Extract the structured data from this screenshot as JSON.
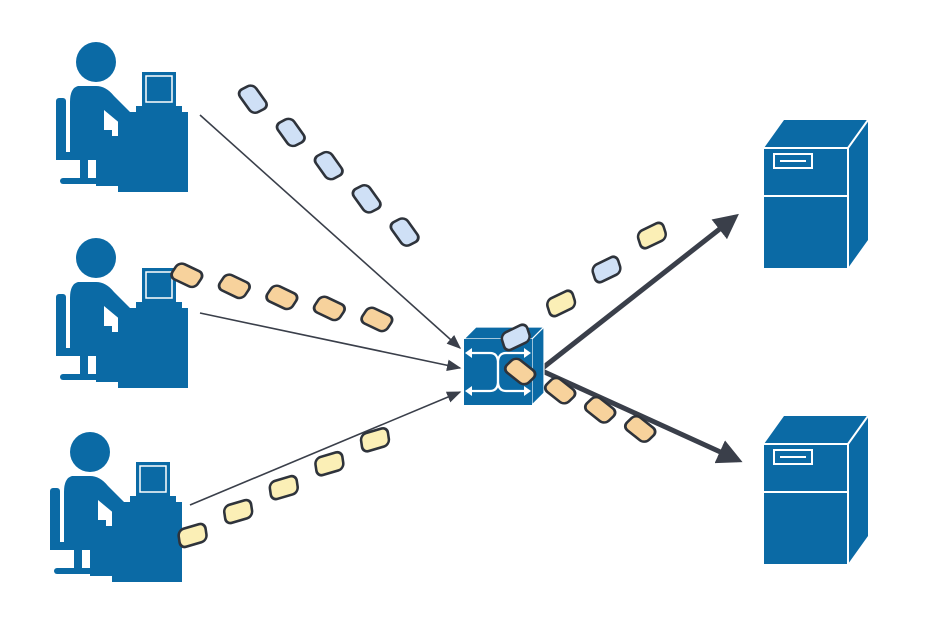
{
  "diagram": {
    "description_free": true,
    "colors": {
      "device_blue": "#0b6aa5",
      "line_dark": "#3a3f4a",
      "packet_stroke": "#2e333b",
      "packet_blue": "#cfe0f6",
      "packet_orange": "#f7d29c",
      "packet_yellow": "#fbefb6",
      "background": "#ffffff"
    },
    "icons": {
      "workstation": "user-at-computer-icon",
      "switch": "network-switch-icon",
      "server": "server-tower-icon"
    },
    "workstations": [
      {
        "id": "workstation-1",
        "packet_color": "blue",
        "packet_count": 5
      },
      {
        "id": "workstation-2",
        "packet_color": "orange",
        "packet_count": 5
      },
      {
        "id": "workstation-3",
        "packet_color": "yellow",
        "packet_count": 5
      }
    ],
    "servers": [
      {
        "id": "server-1",
        "packet_colors": [
          "blue",
          "yellow",
          "blue",
          "yellow"
        ]
      },
      {
        "id": "server-2",
        "packet_colors": [
          "orange",
          "orange",
          "orange",
          "orange"
        ]
      }
    ]
  }
}
